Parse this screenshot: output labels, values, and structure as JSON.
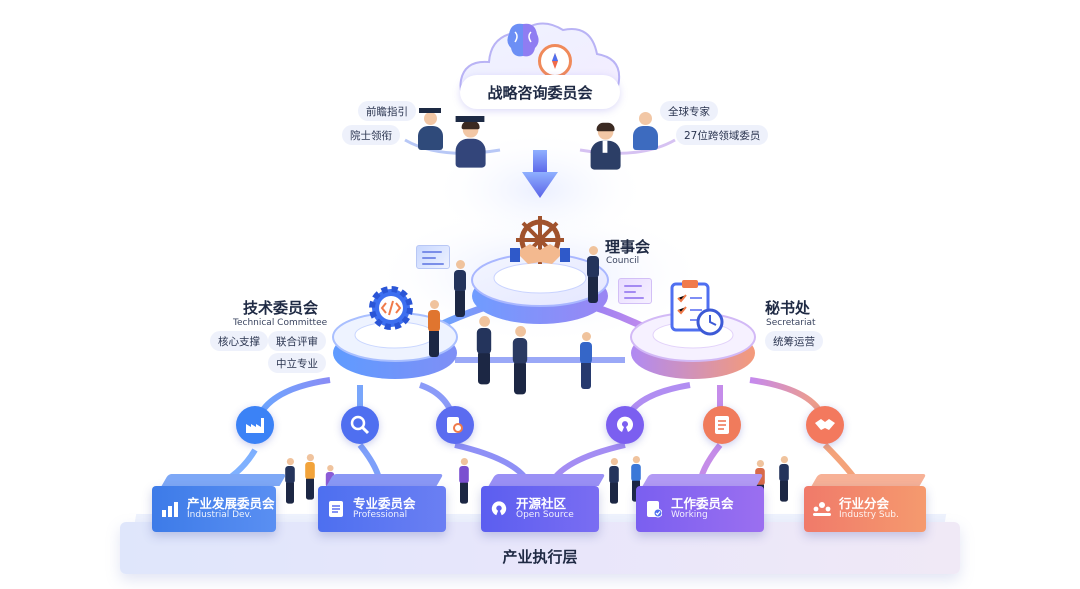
{
  "advisory": {
    "title": "战略咨询委员会",
    "tags_left": [
      "前瞻指引",
      "院士领衔"
    ],
    "tags_right": [
      "全球专家",
      "27位跨领域委员"
    ]
  },
  "council": {
    "title": "理事会",
    "subtitle": "Council"
  },
  "technical": {
    "title": "技术委员会",
    "subtitle": "Technical Committee",
    "tags": [
      "核心支撑",
      "联合评审",
      "中立专业"
    ]
  },
  "secretariat": {
    "title": "秘书处",
    "subtitle": "Secretariat",
    "tags": [
      "统筹运营"
    ]
  },
  "execution": {
    "label": "产业执行层",
    "units": [
      {
        "zh": "产业发展委员会",
        "en": "Industrial Dev.",
        "icon": "bar-chart-icon",
        "color_from": "#3d7be8",
        "color_to": "#5a8ff2"
      },
      {
        "zh": "专业委员会",
        "en": "Professional",
        "icon": "document-icon",
        "color_from": "#4d6ff0",
        "color_to": "#6b7ff3"
      },
      {
        "zh": "开源社区",
        "en": "Open Source",
        "icon": "open-source-icon",
        "color_from": "#5b5ef0",
        "color_to": "#7a6df2"
      },
      {
        "zh": "工作委员会",
        "en": "Working",
        "icon": "checklist-icon",
        "color_from": "#7a5ff0",
        "color_to": "#9b6ff0"
      },
      {
        "zh": "行业分会",
        "en": "Industry Sub.",
        "icon": "team-icon",
        "color_from": "#f07a6a",
        "color_to": "#f59a6e"
      }
    ]
  },
  "connector_icons": [
    {
      "name": "factory-icon",
      "glyph": "▙",
      "color": "#3b82f6"
    },
    {
      "name": "search-icon",
      "glyph": "⌕",
      "color": "#4f6ff0"
    },
    {
      "name": "file-search-icon",
      "glyph": "▤",
      "color": "#5b6cf0"
    },
    {
      "name": "open-source-icon",
      "glyph": "◔",
      "color": "#7b5ff0"
    },
    {
      "name": "document-icon",
      "glyph": "▤",
      "color": "#f07b5c"
    },
    {
      "name": "handshake-icon",
      "glyph": "🤝",
      "color": "#f3795e"
    }
  ]
}
